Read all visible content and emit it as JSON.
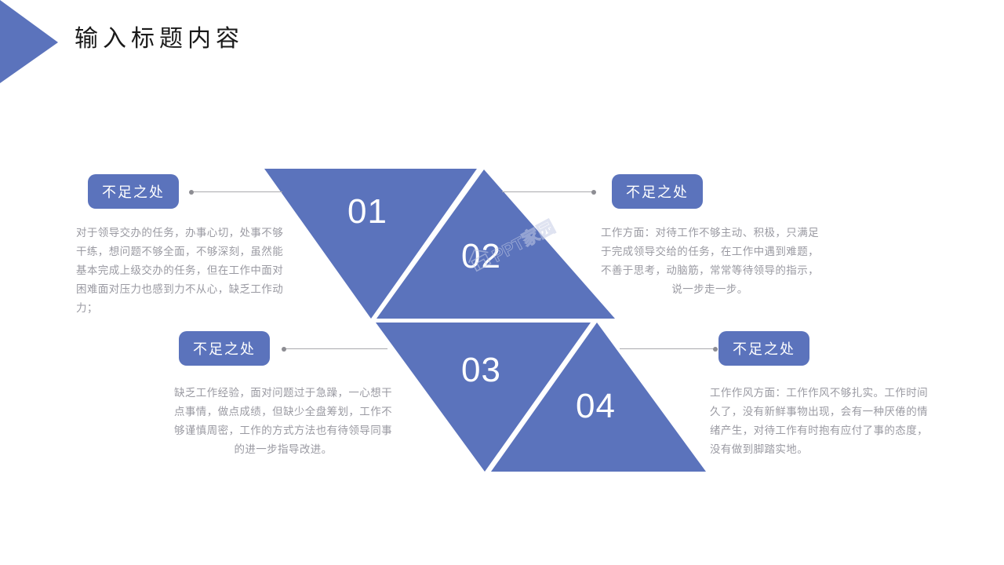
{
  "slide": {
    "title": "输入标题内容",
    "accent_color": "#5B73BC",
    "text_color": "#9a9aa2",
    "title_color": "#1a1a1a",
    "connector_color": "#a9a9ad",
    "background": "#ffffff"
  },
  "watermark": {
    "text": "PPT家园",
    "logo": "house-logo-icon"
  },
  "triangles": [
    {
      "number": "01",
      "fill": "#5B73BC",
      "direction": "down"
    },
    {
      "number": "02",
      "fill": "#5B73BC",
      "direction": "up"
    },
    {
      "number": "03",
      "fill": "#5B73BC",
      "direction": "down"
    },
    {
      "number": "04",
      "fill": "#5B73BC",
      "direction": "up"
    }
  ],
  "items": [
    {
      "badge": "不足之处",
      "body": "对于领导交办的任务，办事心切，处事不够干练，想问题不够全面，不够深刻，虽然能基本完成上级交办的任务，但在工作中面对困难面对压力也感到力不从心，缺乏工作动力；"
    },
    {
      "badge": "不足之处",
      "body": "工作方面：对待工作不够主动、积极，只满足于完成领导交给的任务，在工作中遇到难题，不善于思考，动脑筋，常常等待领导的指示，说一步走一步。"
    },
    {
      "badge": "不足之处",
      "body": "缺乏工作经验，面对问题过于急躁，一心想干点事情，做点成绩，但缺少全盘筹划，工作不够谨慎周密，工作的方式方法也有待领导同事的进一步指导改进。"
    },
    {
      "badge": "不足之处",
      "body": "工作作风方面：工作作风不够扎实。工作时间久了，没有新鲜事物出现，会有一种厌倦的情绪产生，对待工作有时抱有应付了事的态度，没有做到脚踏实地。"
    }
  ]
}
